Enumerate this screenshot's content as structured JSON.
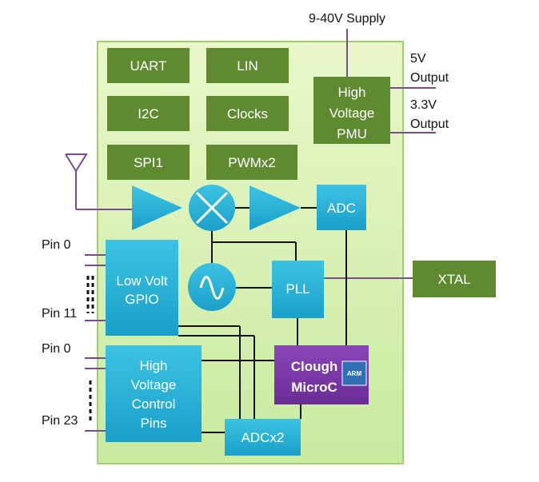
{
  "colors": {
    "chip_fill_top": "#e9f7c9",
    "chip_fill_bottom": "#c9eaa0",
    "chip_border": "#9fd070",
    "green_block": "#5f8a30",
    "teal_block": "#25b2d6",
    "purple_block": "#7b39a8",
    "wire_dark": "#111111",
    "wire_purple": "#7a4c8c"
  },
  "supply": {
    "label": "9-40V Supply"
  },
  "outputs": {
    "out5_line1": "5V",
    "out5_line2": "Output",
    "out33_line1": "3.3V",
    "out33_line2": "Output"
  },
  "green_blocks": {
    "uart": "UART",
    "lin": "LIN",
    "i2c": "I2C",
    "clocks": "Clocks",
    "spi1": "SPI1",
    "pwm": "PWMx2",
    "pmu_line1": "High",
    "pmu_line2": "Voltage",
    "pmu_line3": "PMU",
    "xtal": "XTAL"
  },
  "teal_blocks": {
    "adc": "ADC",
    "pll": "PLL",
    "gpio_line1": "Low Volt",
    "gpio_line2": "GPIO",
    "hv_line1": "High",
    "hv_line2": "Voltage",
    "hv_line3": "Control",
    "hv_line4": "Pins",
    "adcx2": "ADCx2"
  },
  "mcu": {
    "line1": "Clough",
    "line2": "MicroC",
    "logo_text": "ARM"
  },
  "pins": {
    "gpio_first": "Pin 0",
    "gpio_last": "Pin 11",
    "hv_first": "Pin 0",
    "hv_last": "Pin 23"
  }
}
